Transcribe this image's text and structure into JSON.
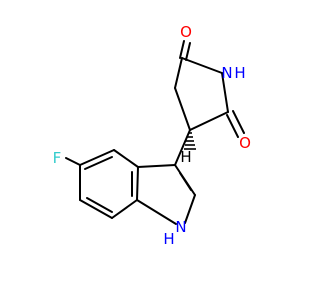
{
  "molecule": {
    "atoms": {
      "o_top": {
        "text": "O",
        "color": "#ff0000"
      },
      "o_right": {
        "text": "O",
        "color": "#ff0000"
      },
      "n_imide": {
        "text": "N",
        "color": "#0000ff"
      },
      "h_imide": {
        "text": "H",
        "color": "#0000ff"
      },
      "n_indole": {
        "text": "N",
        "color": "#0000ff"
      },
      "h_indole": {
        "text": "H",
        "color": "#0000ff"
      },
      "h_stereo": {
        "text": "H",
        "color": "#000000"
      },
      "f": {
        "text": "F",
        "color": "#33cccc"
      }
    },
    "bond_color": "#000000"
  }
}
